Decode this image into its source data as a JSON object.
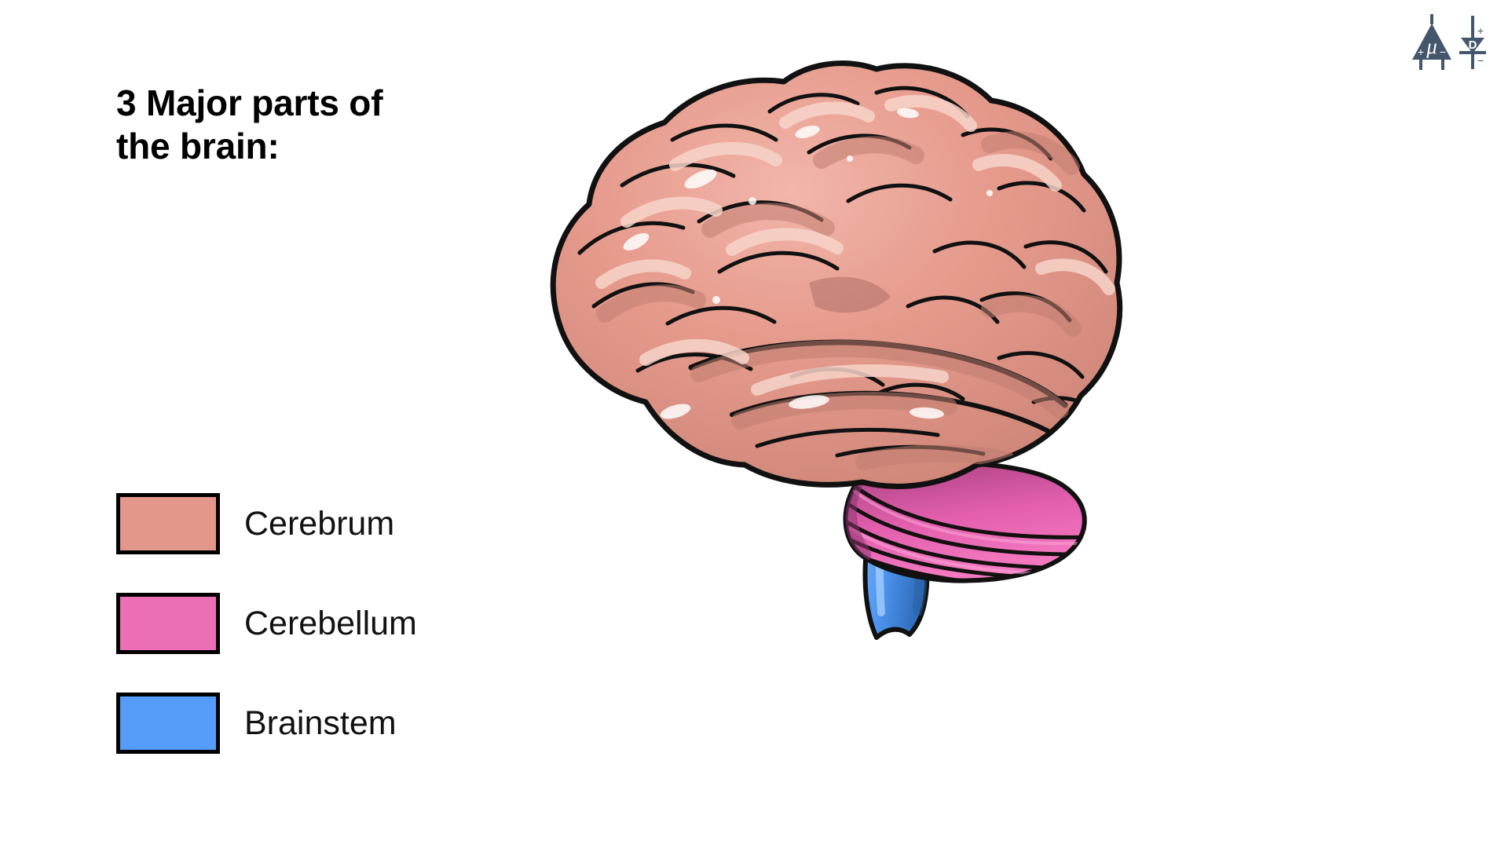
{
  "page": {
    "background_color": "#ffffff",
    "title_text": "3 Major parts of\nthe brain:"
  },
  "legend": {
    "items": [
      {
        "label": "Cerebrum",
        "color": "#e3968a",
        "border_color": "#000000",
        "icon": "color-swatch-icon"
      },
      {
        "label": "Cerebellum",
        "color": "#ec6fb5",
        "border_color": "#000000",
        "icon": "color-swatch-icon"
      },
      {
        "label": "Brainstem",
        "color": "#549cf8",
        "border_color": "#000000",
        "icon": "color-swatch-icon"
      }
    ]
  },
  "logo": {
    "name": "opamp-diode-logo",
    "color": "#44566c",
    "opamp_symbol": "μ",
    "opamp_plus": "+",
    "opamp_minus": "−",
    "diode_symbol": "D",
    "diode_plus": "+",
    "diode_minus": "−"
  },
  "illustration": {
    "name": "human-brain-lateral-view",
    "alt_text": "Illustrated lateral view of the human brain",
    "parts": [
      {
        "name": "cerebrum",
        "fill": "#e3968a",
        "shade": "#c07c72",
        "highlight": "#f6cdc4",
        "outline": "#111111"
      },
      {
        "name": "cerebellum",
        "fill": "#ec6fb5",
        "shade": "#a8417e",
        "band_dark": "#8e3670",
        "outline": "#111111"
      },
      {
        "name": "brainstem",
        "fill": "#549cf8",
        "shade": "#2f6eb5",
        "highlight": "#9fc8fb",
        "outline": "#111111"
      }
    ]
  }
}
